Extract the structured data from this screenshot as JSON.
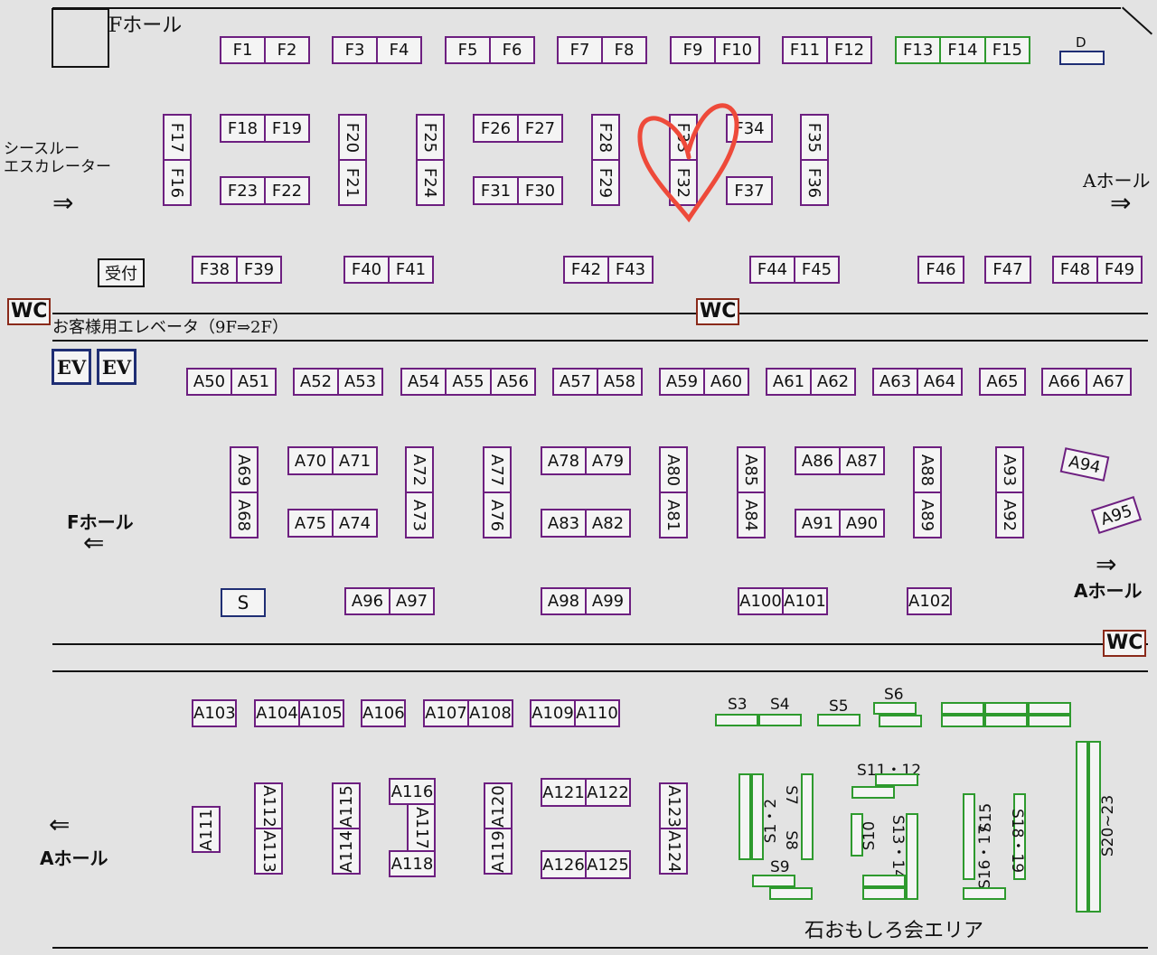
{
  "labels": {
    "f_hall_top": "Fホール",
    "see_through": "シースルー",
    "escalator": "エスカレーター",
    "a_hall_right_top": "Aホール",
    "f_hall_left": "Fホール",
    "a_hall_right_mid": "Aホール",
    "a_hall_left_bottom": "Aホール",
    "reception": "受付",
    "elevator_note": "お客様用エレベータ（9F⇒2F）",
    "stone_area": "石おもしろ会エリア",
    "wc": "WC",
    "ev": "EV",
    "d": "D",
    "s": "S",
    "arrow_right": "⇒",
    "arrow_left": "⇐"
  },
  "booths": {
    "f1": "F1",
    "f2": "F2",
    "f3": "F3",
    "f4": "F4",
    "f5": "F5",
    "f6": "F6",
    "f7": "F7",
    "f8": "F8",
    "f9": "F9",
    "f10": "F10",
    "f11": "F11",
    "f12": "F12",
    "f13": "F13",
    "f14": "F14",
    "f15": "F15",
    "f16": "F16",
    "f17": "F17",
    "f18": "F18",
    "f19": "F19",
    "f20": "F20",
    "f21": "F21",
    "f22": "F22",
    "f23": "F23",
    "f24": "F24",
    "f25": "F25",
    "f26": "F26",
    "f27": "F27",
    "f28": "F28",
    "f29": "F29",
    "f30": "F30",
    "f31": "F31",
    "f32": "F32",
    "f33": "F33",
    "f34": "F34",
    "f35": "F35",
    "f36": "F36",
    "f37": "F37",
    "f38": "F38",
    "f39": "F39",
    "f40": "F40",
    "f41": "F41",
    "f42": "F42",
    "f43": "F43",
    "f44": "F44",
    "f45": "F45",
    "f46": "F46",
    "f47": "F47",
    "f48": "F48",
    "f49": "F49",
    "a50": "A50",
    "a51": "A51",
    "a52": "A52",
    "a53": "A53",
    "a54": "A54",
    "a55": "A55",
    "a56": "A56",
    "a57": "A57",
    "a58": "A58",
    "a59": "A59",
    "a60": "A60",
    "a61": "A61",
    "a62": "A62",
    "a63": "A63",
    "a64": "A64",
    "a65": "A65",
    "a66": "A66",
    "a67": "A67",
    "a68": "A68",
    "a69": "A69",
    "a70": "A70",
    "a71": "A71",
    "a72": "A72",
    "a73": "A73",
    "a74": "A74",
    "a75": "A75",
    "a76": "A76",
    "a77": "A77",
    "a78": "A78",
    "a79": "A79",
    "a80": "A80",
    "a81": "A81",
    "a82": "A82",
    "a83": "A83",
    "a84": "A84",
    "a85": "A85",
    "a86": "A86",
    "a87": "A87",
    "a88": "A88",
    "a89": "A89",
    "a90": "A90",
    "a91": "A91",
    "a92": "A92",
    "a93": "A93",
    "a94": "A94",
    "a95": "A95",
    "a96": "A96",
    "a97": "A97",
    "a98": "A98",
    "a99": "A99",
    "a100": "A100",
    "a101": "A101",
    "a102": "A102",
    "a103": "A103",
    "a104": "A104",
    "a105": "A105",
    "a106": "A106",
    "a107": "A107",
    "a108": "A108",
    "a109": "A109",
    "a110": "A110",
    "a111": "A111",
    "a112": "A112",
    "a113": "A113",
    "a114": "A114",
    "a115": "A115",
    "a116": "A116",
    "a117": "A117",
    "a118": "A118",
    "a119": "A119",
    "a120": "A120",
    "a121": "A121",
    "a122": "A122",
    "a123": "A123",
    "a124": "A124",
    "a125": "A125",
    "a126": "A126",
    "s1_2": "S1・2",
    "s3": "S3",
    "s4": "S4",
    "s5": "S5",
    "s6": "S6",
    "s7": "S7",
    "s8": "S8",
    "s9": "S9",
    "s10": "S10",
    "s11_12": "S11・12",
    "s13_14": "S13・14",
    "s15": "S15",
    "s16_17": "S16・17",
    "s18_19": "S18・19",
    "s20_23": "S20~23"
  },
  "colors": {
    "booth_border": "#6d1f80",
    "stone_border": "#2e9a2e",
    "ev_border": "#1f2e74",
    "wc_border": "#8a2a1a",
    "heart": "#ee4a3a",
    "background": "#e3e3e3"
  }
}
